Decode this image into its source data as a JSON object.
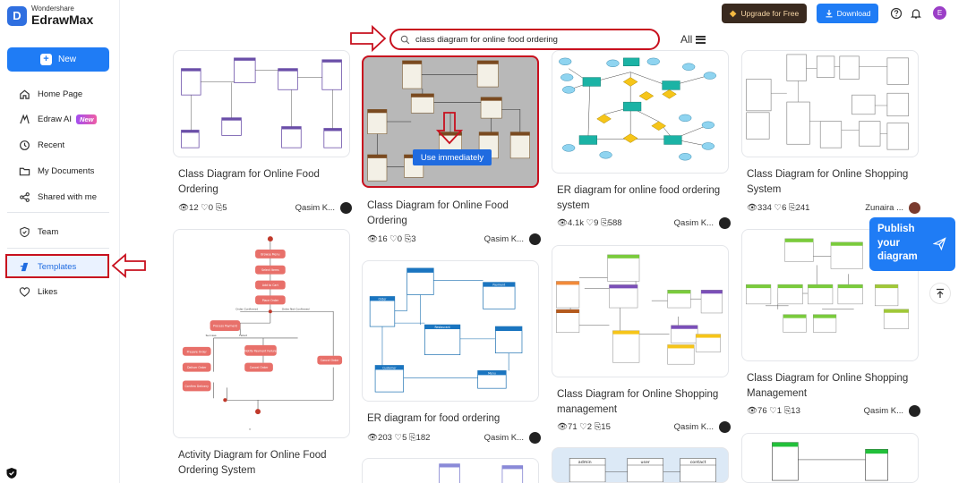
{
  "app": {
    "brand_small": "Wondershare",
    "brand_big": "EdrawMax",
    "logo_letter": "D"
  },
  "sidebar": {
    "new_label": "New",
    "items": [
      {
        "label": "Home Page",
        "icon": "home-icon"
      },
      {
        "label": "Edraw AI",
        "badge": "New",
        "icon": "ai-icon"
      },
      {
        "label": "Recent",
        "icon": "clock-icon"
      },
      {
        "label": "My Documents",
        "icon": "folder-icon"
      },
      {
        "label": "Shared with me",
        "icon": "share-icon"
      },
      {
        "label": "Team",
        "icon": "team-icon"
      },
      {
        "label": "Templates",
        "icon": "templates-icon",
        "active": true
      },
      {
        "label": "Likes",
        "icon": "likes-icon"
      }
    ]
  },
  "topbar": {
    "search_value": "class diagram for online food ordering",
    "filter_label": "All",
    "upgrade_label": "Upgrade for Free",
    "download_label": "Download",
    "avatar_letter": "E"
  },
  "cards": {
    "c1": {
      "title": "Class Diagram for Online Food Ordering",
      "stats": "👁12 ♡0 ⎘5",
      "author": "Qasim K..."
    },
    "c2": {
      "title": "Class Diagram for Online Food Ordering",
      "stats": "👁16 ♡0 ⎘3",
      "author": "Qasim K...",
      "overlay_button": "Use immediately"
    },
    "c3": {
      "title": "ER diagram for online food ordering system",
      "stats": "👁4.1k ♡9 ⎘588",
      "author": "Qasim K..."
    },
    "c4": {
      "title": "Class Diagram for Online Shopping System",
      "stats": "👁334 ♡6 ⎘241",
      "author": "Zunaira ..."
    },
    "c5": {
      "title": "Activity Diagram for Online Food Ordering System",
      "stats": "",
      "author": ""
    },
    "c6": {
      "title": "ER diagram for food ordering",
      "stats": "👁203 ♡5 ⎘182",
      "author": "Qasim K..."
    },
    "c7": {
      "title": "Class Diagram for Online Shopping management",
      "stats": "👁71 ♡2 ⎘15",
      "author": "Qasim K..."
    },
    "c8": {
      "title": "Class Diagram for Online Shopping Management",
      "stats": "👁76 ♡1 ⎘13",
      "author": "Qasim K..."
    }
  },
  "thumb_labels": {
    "activity": [
      "Browse Menu",
      "Select Items",
      "Add to Cart",
      "Place Order",
      "Order Confirmed",
      "Order Not Confirmed",
      "Process Payment",
      "Success",
      "Failed",
      "Prepare Order",
      "Notify Payment Failure",
      "Deliver Order",
      "Cancel Order",
      "Cancel Order",
      "Confirm Delivery"
    ],
    "er_food": [
      "Restaurant",
      "Order",
      "Customer",
      "Payment",
      "Menu"
    ],
    "bottom_class": [
      "admin",
      "user",
      "contact"
    ]
  },
  "publish": {
    "label_line1": "Publish",
    "label_line2": "your",
    "label_line3": "diagram"
  },
  "colors": {
    "accent": "#1f7cf5",
    "annotation_red": "#c8101e",
    "upgrade_bg": "#3a2a1f"
  }
}
